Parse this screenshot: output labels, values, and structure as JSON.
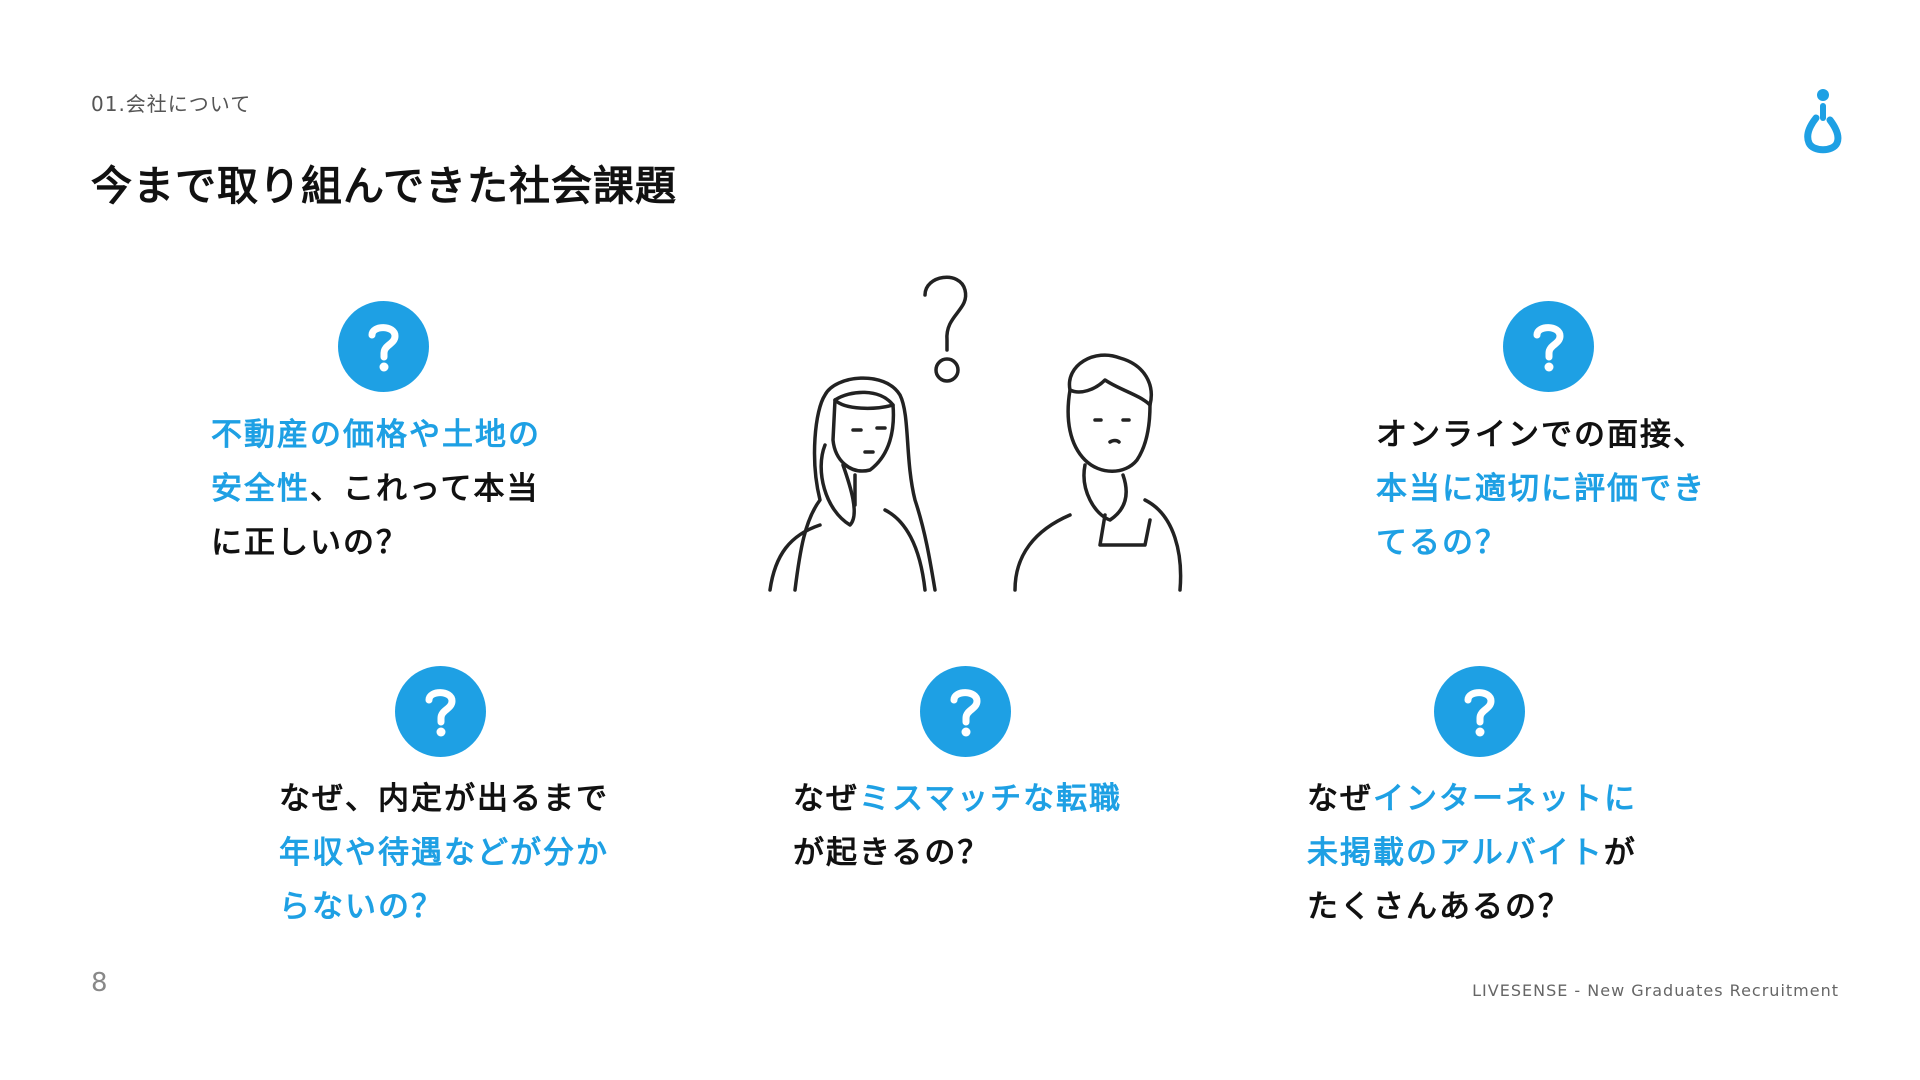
{
  "header": {
    "section_label": "01.会社について",
    "title": "今まで取り組んできた社会課題",
    "logo_icon": "livesense-drop-logo-icon"
  },
  "colors": {
    "accent": "#1ea0e4",
    "text": "#111111",
    "muted": "#888888"
  },
  "questions": [
    {
      "icon": "question-circle-icon",
      "lines": [
        [
          {
            "text": "不動産の価格や土地の",
            "hl": true
          }
        ],
        [
          {
            "text": "安全性",
            "hl": true
          },
          {
            "text": "、これって本当",
            "hl": false
          }
        ],
        [
          {
            "text": "に正しいの？",
            "hl": false
          }
        ]
      ]
    },
    {
      "icon": "question-circle-icon",
      "lines": [
        [
          {
            "text": "オンラインでの面接、",
            "hl": false
          }
        ],
        [
          {
            "text": "本当に適切に評価でき",
            "hl": true
          }
        ],
        [
          {
            "text": "てるの？",
            "hl": true
          }
        ]
      ]
    },
    {
      "icon": "question-circle-icon",
      "lines": [
        [
          {
            "text": "なぜ、内定が出るまで",
            "hl": false
          }
        ],
        [
          {
            "text": "年収や待遇などが分か",
            "hl": true
          }
        ],
        [
          {
            "text": "らないの？",
            "hl": true
          }
        ]
      ]
    },
    {
      "icon": "question-circle-icon",
      "lines": [
        [
          {
            "text": "なぜ",
            "hl": false
          },
          {
            "text": "ミスマッチな転職",
            "hl": true
          }
        ],
        [
          {
            "text": "が起きるの？",
            "hl": false
          }
        ]
      ]
    },
    {
      "icon": "question-circle-icon",
      "lines": [
        [
          {
            "text": "なぜ",
            "hl": false
          },
          {
            "text": "インターネットに",
            "hl": true
          }
        ],
        [
          {
            "text": "未掲載のアルバイト",
            "hl": true
          },
          {
            "text": "が",
            "hl": false
          }
        ],
        [
          {
            "text": "たくさんあるの？",
            "hl": false
          }
        ]
      ]
    }
  ],
  "illustration": {
    "icon": "confused-people-illustration"
  },
  "footer": {
    "page_number": "8",
    "company_text": "LIVESENSE - New Graduates Recruitment"
  }
}
